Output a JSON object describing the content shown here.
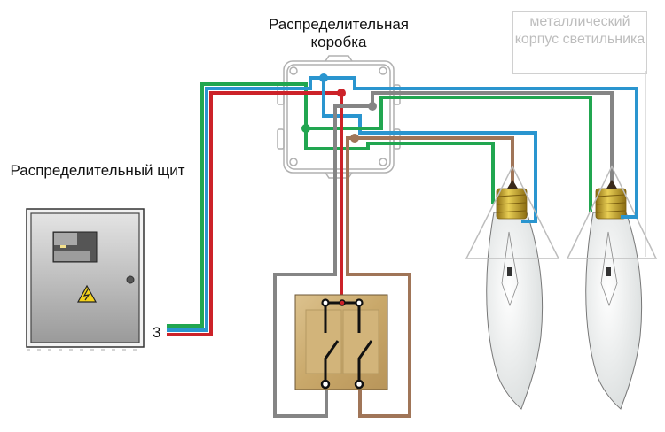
{
  "labels": {
    "junction_box": "Распределительная коробка",
    "panel": "Распределительный щит",
    "lamp_housing": "металлический корпус светильника",
    "wire_count": "3"
  },
  "colors": {
    "phase": "#cc2229",
    "neutral": "#2a95cf",
    "ground": "#21a650",
    "lamp1_feed": "#a07558",
    "lamp2_feed": "#858585",
    "switch_body": "#c8a86a",
    "box_outline": "#b0b0b0",
    "socket_brass": "#c9a82c"
  },
  "components": {
    "panel": "distribution-panel",
    "junction_box": "junction-box",
    "switch": "double-switch",
    "lamps": [
      "lamp-1",
      "lamp-2"
    ]
  }
}
